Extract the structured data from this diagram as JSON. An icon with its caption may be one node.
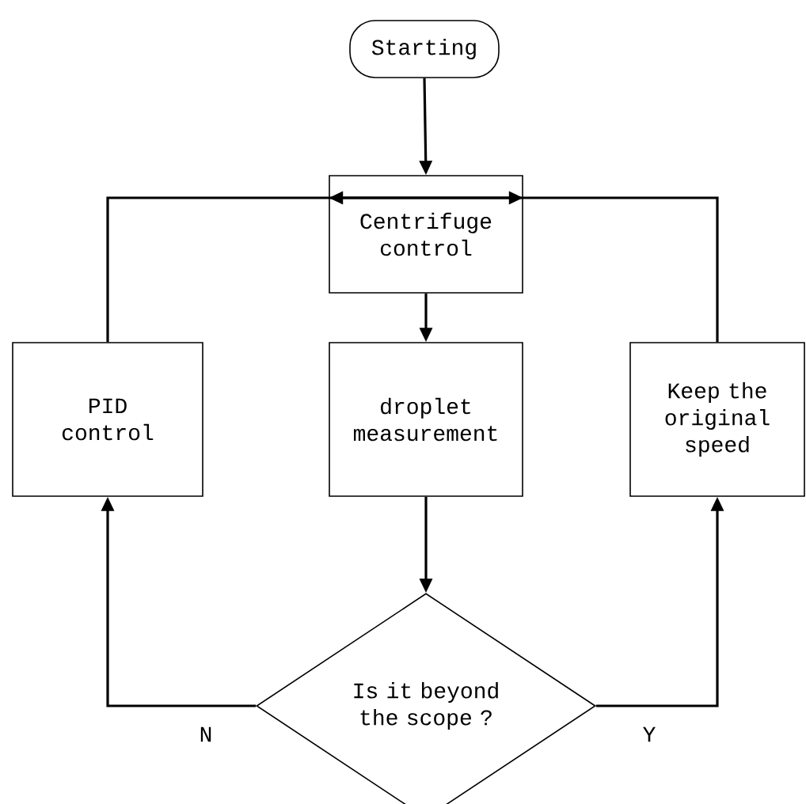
{
  "diagram": {
    "nodes": [
      {
        "text": [
          "Starting"
        ]
      },
      {
        "text": [
          "Centrifuge control"
        ]
      },
      {
        "text": [
          "PID control"
        ]
      },
      {
        "text": [
          "droplet measurement"
        ]
      },
      {
        "text": [
          "Keep the original speed"
        ]
      },
      {
        "text": [
          "Is it beyond the scope ?"
        ]
      }
    ],
    "edges": [
      {
        "from": 0,
        "to": 1,
        "arrow": "to"
      },
      {
        "from": 1,
        "to": 3,
        "arrow": "to"
      },
      {
        "from": 3,
        "to": 5,
        "arrow": "to"
      },
      {
        "from": 5,
        "to": 2,
        "arrow": "to",
        "label": "N"
      },
      {
        "from": 5,
        "to": 4,
        "arrow": "to",
        "label": "Y"
      },
      {
        "from": 2,
        "to": 1,
        "arrow": "to"
      },
      {
        "from": 4,
        "to": 1,
        "arrow": "to"
      }
    ]
  }
}
